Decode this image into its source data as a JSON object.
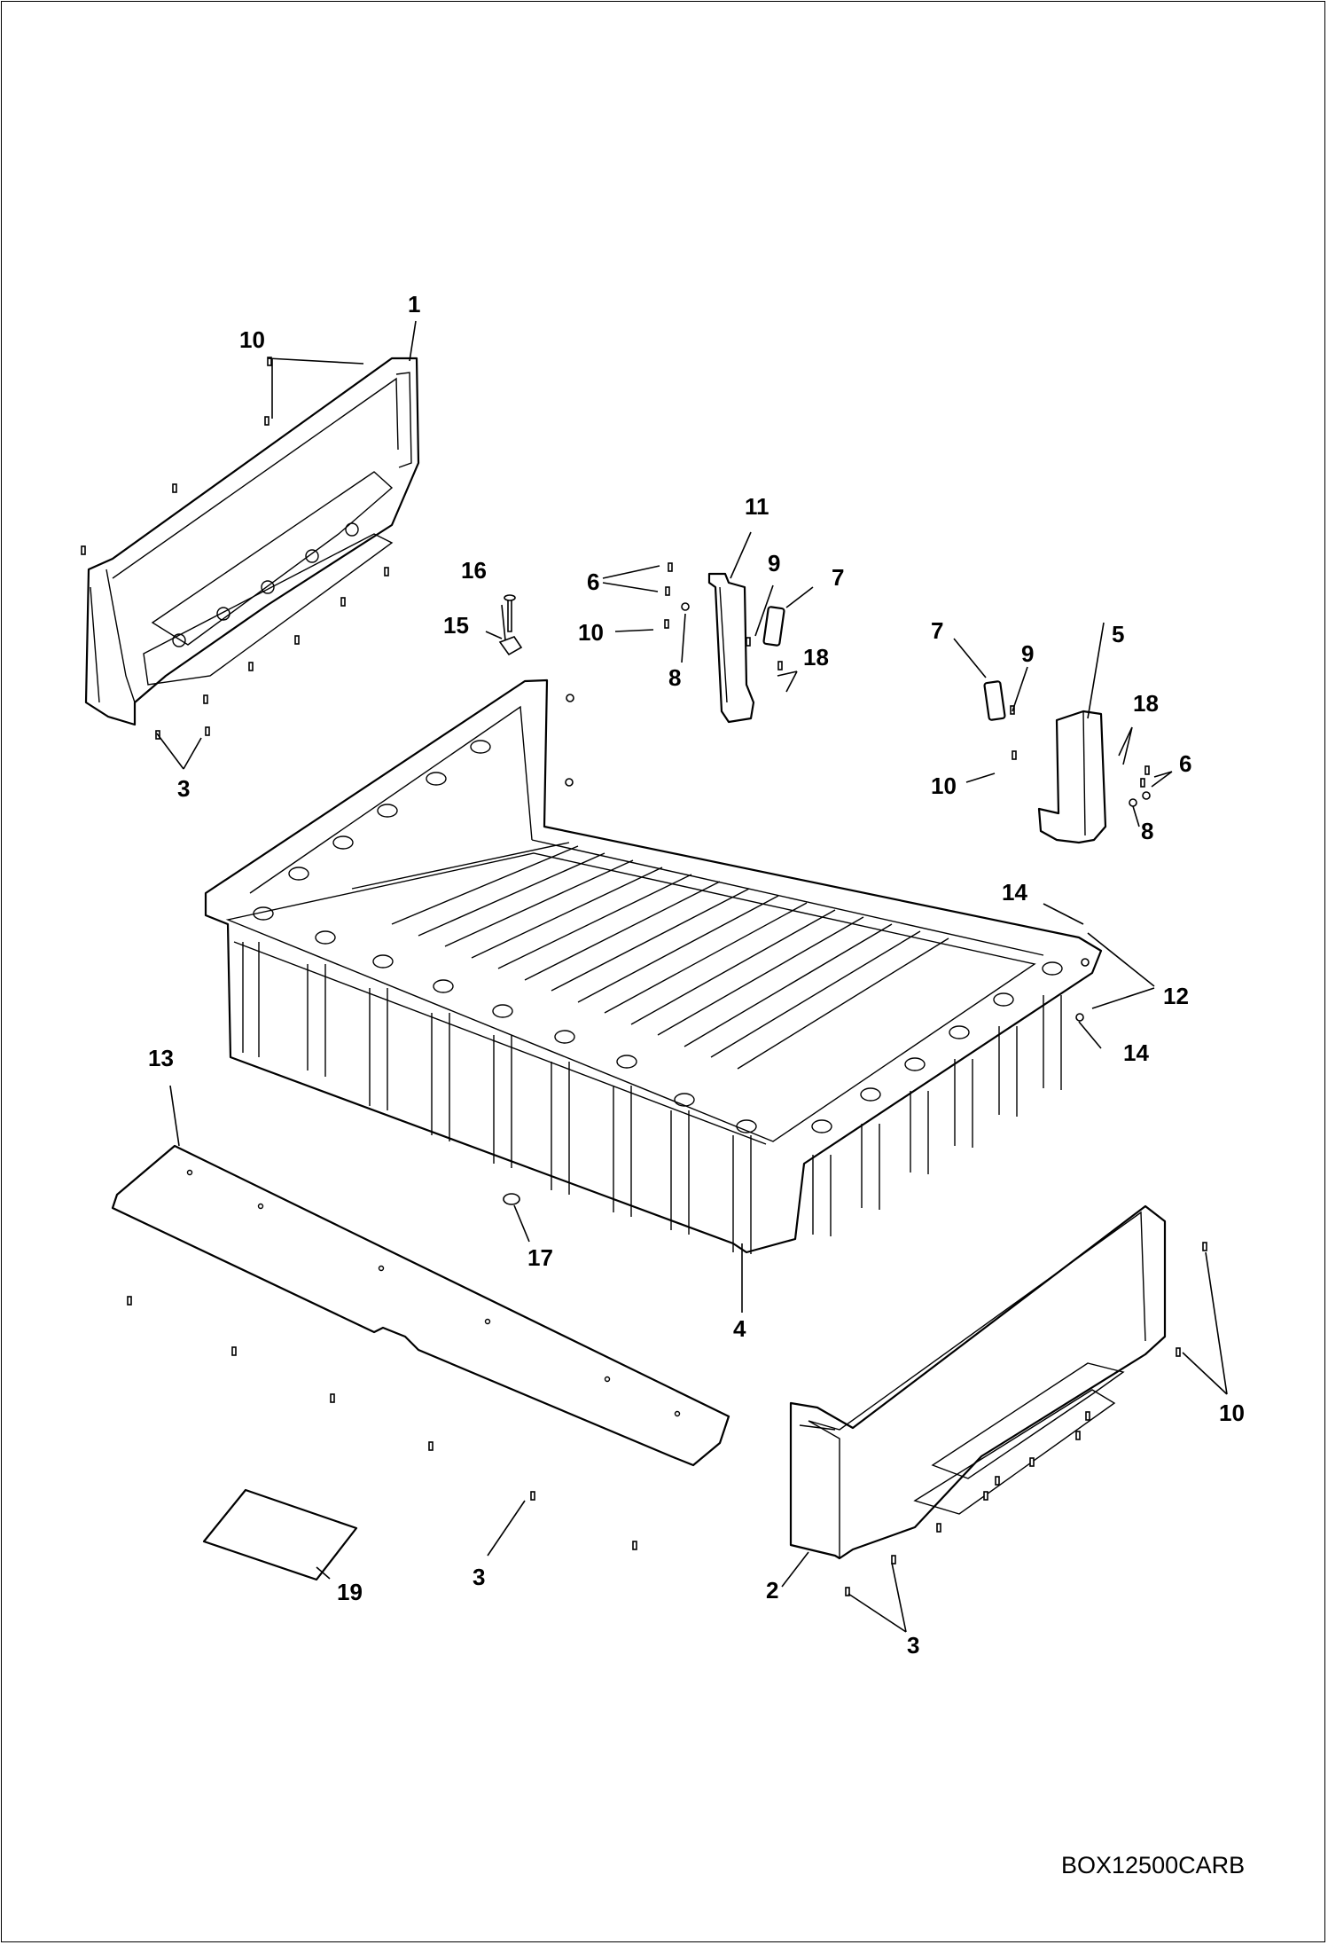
{
  "figure": {
    "reference_code": "BOX12500CARB"
  },
  "callouts": [
    {
      "id": "c1",
      "text": "1"
    },
    {
      "id": "c10a",
      "text": "10"
    },
    {
      "id": "c3a",
      "text": "3"
    },
    {
      "id": "c11",
      "text": "11"
    },
    {
      "id": "c6a",
      "text": "6"
    },
    {
      "id": "c9a",
      "text": "9"
    },
    {
      "id": "c7a",
      "text": "7"
    },
    {
      "id": "c16",
      "text": "16"
    },
    {
      "id": "c15",
      "text": "15"
    },
    {
      "id": "c10b",
      "text": "10"
    },
    {
      "id": "c8a",
      "text": "8"
    },
    {
      "id": "c18a",
      "text": "18"
    },
    {
      "id": "c7b",
      "text": "7"
    },
    {
      "id": "c9b",
      "text": "9"
    },
    {
      "id": "c5",
      "text": "5"
    },
    {
      "id": "c18b",
      "text": "18"
    },
    {
      "id": "c6b",
      "text": "6"
    },
    {
      "id": "c10c",
      "text": "10"
    },
    {
      "id": "c8b",
      "text": "8"
    },
    {
      "id": "c14a",
      "text": "14"
    },
    {
      "id": "c12",
      "text": "12"
    },
    {
      "id": "c14b",
      "text": "14"
    },
    {
      "id": "c13",
      "text": "13"
    },
    {
      "id": "c17",
      "text": "17"
    },
    {
      "id": "c4",
      "text": "4"
    },
    {
      "id": "c10d",
      "text": "10"
    },
    {
      "id": "c3b",
      "text": "3"
    },
    {
      "id": "c2",
      "text": "2"
    },
    {
      "id": "c3c",
      "text": "3"
    },
    {
      "id": "c19",
      "text": "19"
    }
  ]
}
